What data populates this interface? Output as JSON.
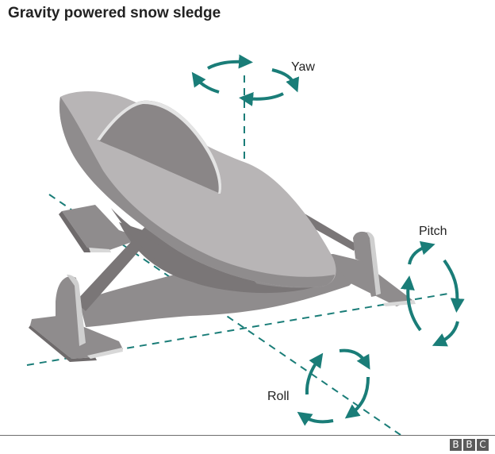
{
  "title": "Gravity powered snow sledge",
  "labels": {
    "yaw": "Yaw",
    "pitch": "Pitch",
    "roll": "Roll"
  },
  "logo": {
    "letters": [
      "B",
      "B",
      "C"
    ]
  },
  "colors": {
    "accent_teal": "#1a7d78",
    "body_light": "#b8b5b6",
    "body_mid": "#8f8c8d",
    "body_dark": "#7a7677",
    "canopy": "#8a8687",
    "highlight": "#e4e4e4",
    "footer_line": "#6e6e6e",
    "logo_bg": "#5a5a5a"
  }
}
